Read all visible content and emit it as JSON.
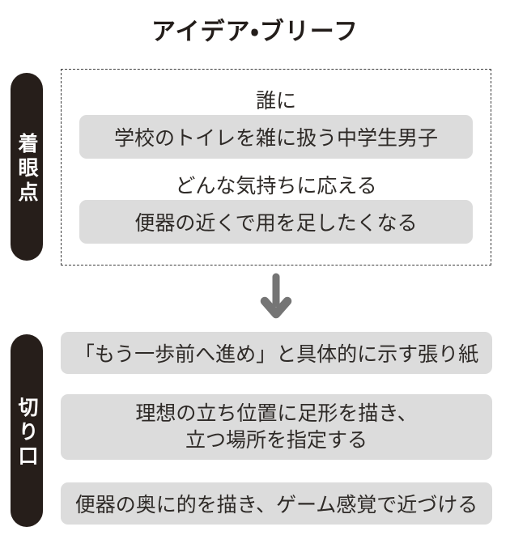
{
  "title": "アイデア・ブリーフ",
  "colors": {
    "pill_black": "#261e1a",
    "box_gray": "#dcdcdc",
    "arrow_gray": "#757575",
    "text_dark": "#2e2a27"
  },
  "focus": {
    "label": "着眼点",
    "rows": [
      {
        "heading": "誰に",
        "value": "学校のトイレを雑に扱う中学生男子"
      },
      {
        "heading": "どんな気持ちに応える",
        "value": "便器の近くで用を足したくなる"
      }
    ]
  },
  "arrow": {
    "icon": "down-arrow"
  },
  "approach": {
    "label": "切り口",
    "items": [
      "「もう一歩前へ進め」と具体的に示す張り紙",
      "理想の立ち位置に足形を描き、\n立つ場所を指定する",
      "便器の奥に的を描き、ゲーム感覚で近づける"
    ]
  }
}
